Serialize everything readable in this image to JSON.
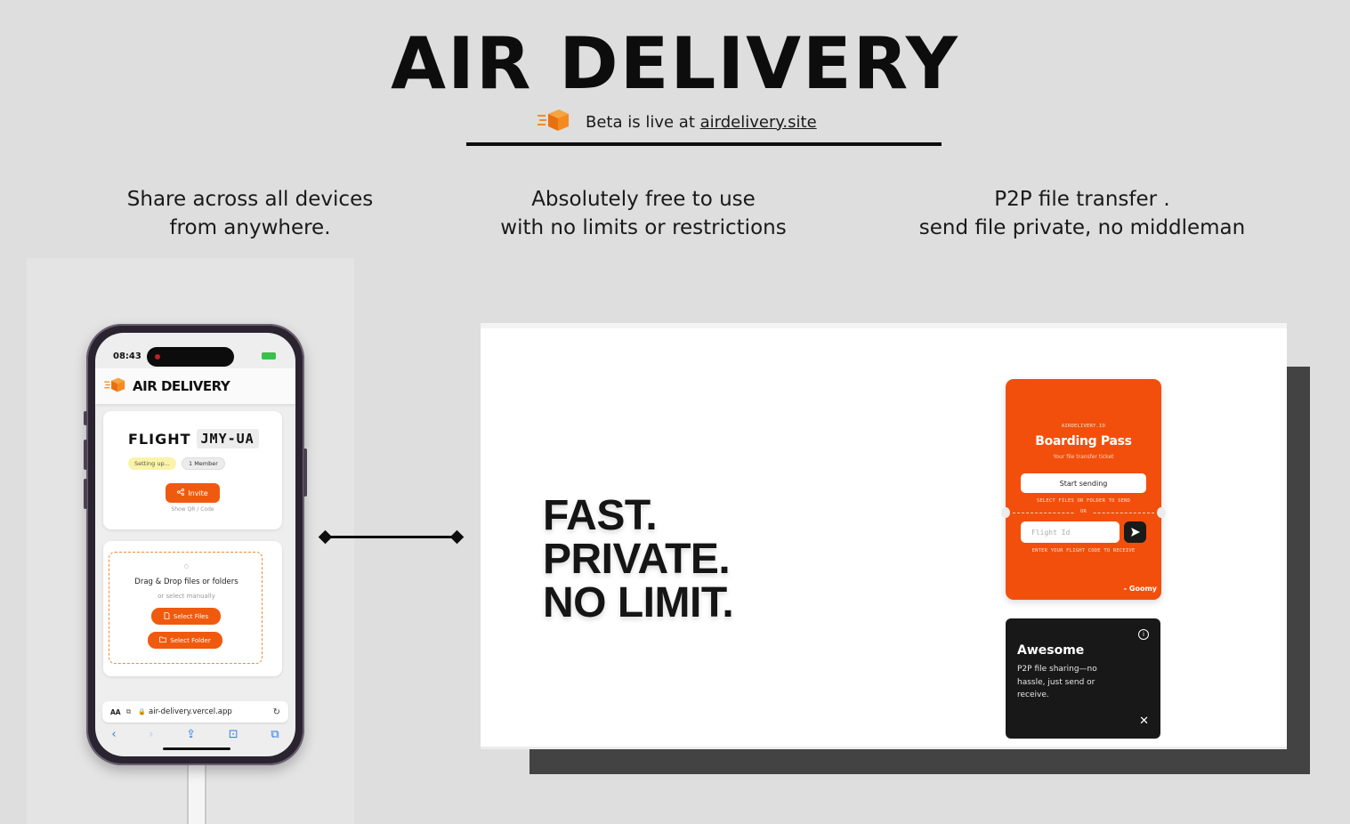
{
  "header": {
    "title": "AIR DELIVERY",
    "beta_prefix": "Beta is live at ",
    "beta_link": "airdelivery.site"
  },
  "features": [
    {
      "line1": "Share across all devices",
      "line2": "from anywhere."
    },
    {
      "line1": "Absolutely free to use",
      "line2": "with no limits or restrictions"
    },
    {
      "line1": "P2P file transfer .",
      "line2": "send file private, no middleman"
    }
  ],
  "phone": {
    "time": "08:43",
    "app_title": "AIR DELIVERY",
    "flight_label": "FLIGHT",
    "flight_code": "JMY-UA",
    "status_pill": "Setting up...",
    "member_pill": "1 Member",
    "invite_label": "Invite",
    "show_qr": "Show QR / Code",
    "drop_title": "Drag & Drop files or folders",
    "drop_sub": "or select manually",
    "select_files": "Select Files",
    "select_folder": "Select Folder",
    "url_aa": "AA",
    "url": "air-delivery.vercel.app"
  },
  "slogan": {
    "line1": "FAST.",
    "line2": "PRIVATE.",
    "line3": "NO LIMIT."
  },
  "boarding_pass": {
    "brand": "AIRDELIVERY.IO",
    "title": "Boarding Pass",
    "subtitle": "Your file transfer ticket",
    "start_button": "Start sending",
    "select_hint": "SELECT FILES OR FOLDER TO SEND",
    "or_label": "OR",
    "flight_placeholder": "Flight Id",
    "receive_hint": "ENTER YOUR FLIGHT CODE TO RECEIVE",
    "signature": "- Goomy"
  },
  "toast": {
    "title": "Awesome",
    "body": "P2P file sharing—no hassle, just send or receive."
  },
  "colors": {
    "accent": "#f24f0c",
    "background": "#dedede",
    "dark": "#181818"
  }
}
